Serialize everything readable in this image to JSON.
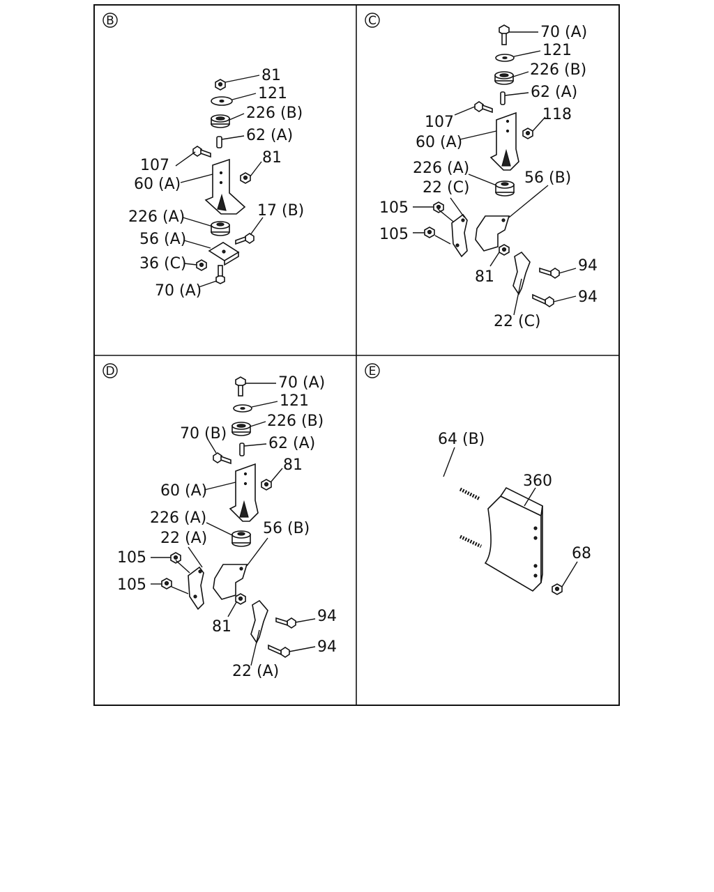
{
  "panels": {
    "b": {
      "marker": "B",
      "labels": [
        "81",
        "121",
        "226 (B)",
        "62 (A)",
        "107",
        "81",
        "60 (A)",
        "226 (A)",
        "17 (B)",
        "56 (A)",
        "36 (C)",
        "70 (A)"
      ]
    },
    "c": {
      "marker": "C",
      "labels": [
        "70 (A)",
        "121",
        "226 (B)",
        "62 (A)",
        "107",
        "118",
        "60 (A)",
        "226 (A)",
        "22 (C)",
        "56 (B)",
        "105",
        "105",
        "81",
        "94",
        "94",
        "22 (C)"
      ]
    },
    "d": {
      "marker": "D",
      "labels": [
        "70 (A)",
        "121",
        "226 (B)",
        "70 (B)",
        "62 (A)",
        "81",
        "60 (A)",
        "226 (A)",
        "22 (A)",
        "56 (B)",
        "105",
        "105",
        "81",
        "94",
        "94",
        "22 (A)"
      ]
    },
    "e": {
      "marker": "E",
      "labels": [
        "64 (B)",
        "360",
        "68"
      ]
    }
  }
}
